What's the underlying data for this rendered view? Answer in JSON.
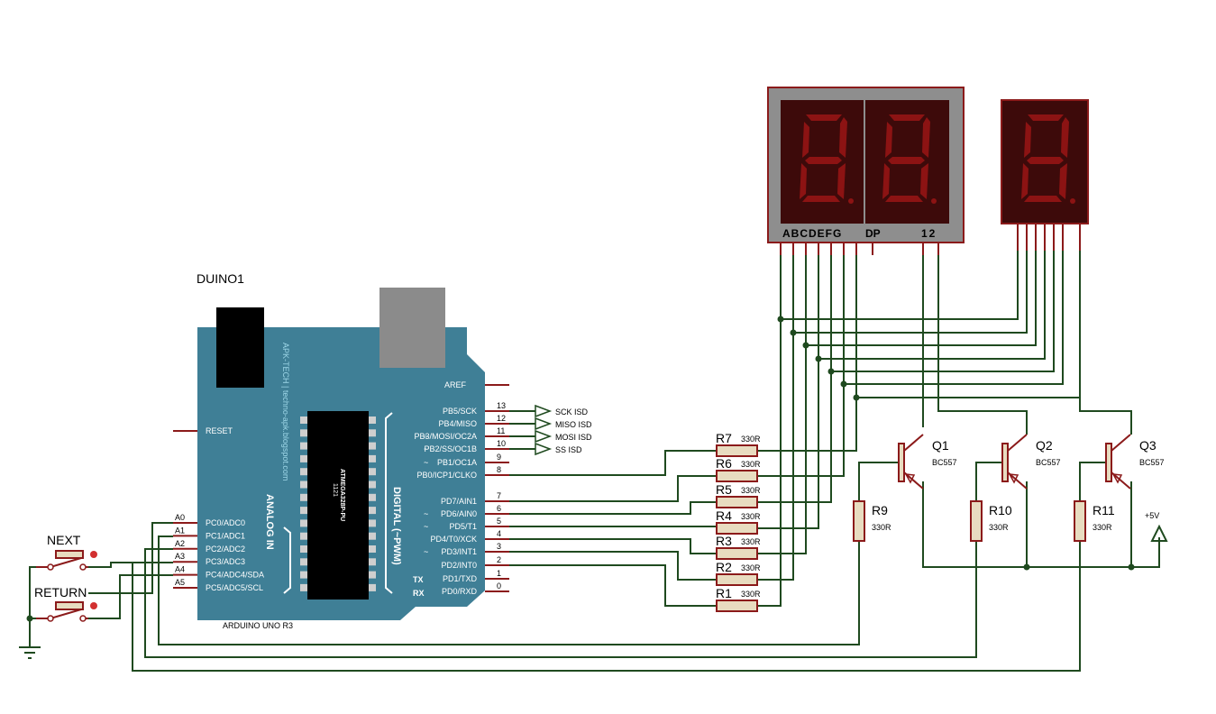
{
  "arduino": {
    "ref": "DUINO1",
    "caption": "ARDUINO UNO R3",
    "brand": "APK-TECH | techno-apk.blogspot.com",
    "chip_lines": [
      "1121",
      "ATMEGA328P-PU"
    ],
    "analog_label": "ANALOG IN",
    "digital_label": "DIGITAL (~PWM)",
    "aref": "AREF",
    "reset": "RESET",
    "tx": "TX",
    "rx": "RX",
    "right_pins": [
      {
        "name": "PB5/SCK",
        "num": "13",
        "tilde": ""
      },
      {
        "name": "PB4/MISO",
        "num": "12",
        "tilde": ""
      },
      {
        "name": "PB3/MOSI/OC2A",
        "num": "11",
        "tilde": "~"
      },
      {
        "name": "PB2/SS/OC1B",
        "num": "10",
        "tilde": "~"
      },
      {
        "name": "PB1/OC1A",
        "num": "9",
        "tilde": "~"
      },
      {
        "name": "PB0/ICP1/CLKO",
        "num": "8",
        "tilde": ""
      },
      {
        "name": "PD7/AIN1",
        "num": "7",
        "tilde": ""
      },
      {
        "name": "PD6/AIN0",
        "num": "6",
        "tilde": "~"
      },
      {
        "name": "PD5/T1",
        "num": "5",
        "tilde": "~"
      },
      {
        "name": "PD4/T0/XCK",
        "num": "4",
        "tilde": ""
      },
      {
        "name": "PD3/INT1",
        "num": "3",
        "tilde": "~"
      },
      {
        "name": "PD2/INT0",
        "num": "2",
        "tilde": ""
      },
      {
        "name": "PD1/TXD",
        "num": "1",
        "tilde": ""
      },
      {
        "name": "PD0/RXD",
        "num": "0",
        "tilde": ""
      }
    ],
    "left_pins": [
      {
        "name": "PC0/ADC0",
        "num": "A0"
      },
      {
        "name": "PC1/ADC1",
        "num": "A1"
      },
      {
        "name": "PC2/ADC2",
        "num": "A2"
      },
      {
        "name": "PC3/ADC3",
        "num": "A3"
      },
      {
        "name": "PC4/ADC4/SDA",
        "num": "A4"
      },
      {
        "name": "PC5/ADC5/SCL",
        "num": "A5"
      }
    ]
  },
  "isd_labels": [
    "SCK ISD",
    "MISO ISD",
    "MOSI ISD",
    "SS ISD"
  ],
  "resistors": [
    {
      "ref": "R7",
      "value": "330R"
    },
    {
      "ref": "R6",
      "value": "330R"
    },
    {
      "ref": "R5",
      "value": "330R"
    },
    {
      "ref": "R4",
      "value": "330R"
    },
    {
      "ref": "R3",
      "value": "330R"
    },
    {
      "ref": "R2",
      "value": "330R"
    },
    {
      "ref": "R1",
      "value": "330R"
    }
  ],
  "base_resistors": [
    {
      "ref": "R9",
      "value": "330R"
    },
    {
      "ref": "R10",
      "value": "330R"
    },
    {
      "ref": "R11",
      "value": "330R"
    }
  ],
  "transistors": [
    {
      "ref": "Q1",
      "model": "BC557"
    },
    {
      "ref": "Q2",
      "model": "BC557"
    },
    {
      "ref": "Q3",
      "model": "BC557"
    }
  ],
  "display": {
    "segment_label": "ABCDEFG",
    "dp_label": "DP",
    "digit_label": "12"
  },
  "buttons": [
    {
      "label": "NEXT"
    },
    {
      "label": "RETURN"
    }
  ],
  "power": {
    "label": "+5V"
  },
  "colors": {
    "wire": "#1f4a1f",
    "board": "#3f7f96",
    "component": "#8b1a1a",
    "segment": "#8c1313"
  }
}
